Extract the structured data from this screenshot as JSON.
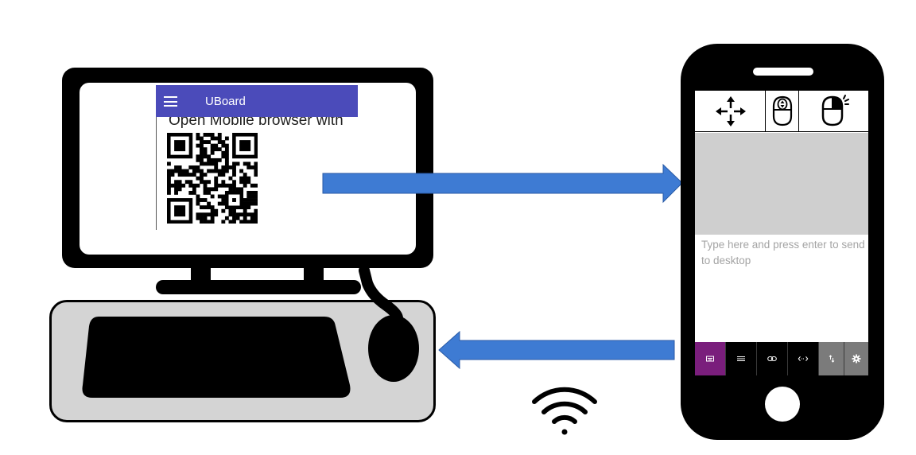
{
  "desktop_app": {
    "title": "UBoard",
    "instruction_text": "Open Mobile browser with",
    "header_color": "#4b4bba"
  },
  "mobile_app": {
    "input_placeholder": "Type here and press enter to send to desktop",
    "top_tools": [
      "move-arrows-icon",
      "mouse-scroll-icon",
      "mouse-click-icon"
    ],
    "bottom_tabs": [
      {
        "icon": "keyboard-icon",
        "active": true
      },
      {
        "icon": "menu-icon",
        "active": false
      },
      {
        "icon": "link-icon",
        "active": false
      },
      {
        "icon": "code-icon",
        "active": false
      },
      {
        "icon": "swap-icon",
        "active": false
      },
      {
        "icon": "gear-icon",
        "active": false
      }
    ],
    "active_tab_color": "#7a1e7c",
    "touchpad_color": "#cfcfcf"
  },
  "arrow_color": "#3e7bd3",
  "wifi_icon": "wifi-icon"
}
